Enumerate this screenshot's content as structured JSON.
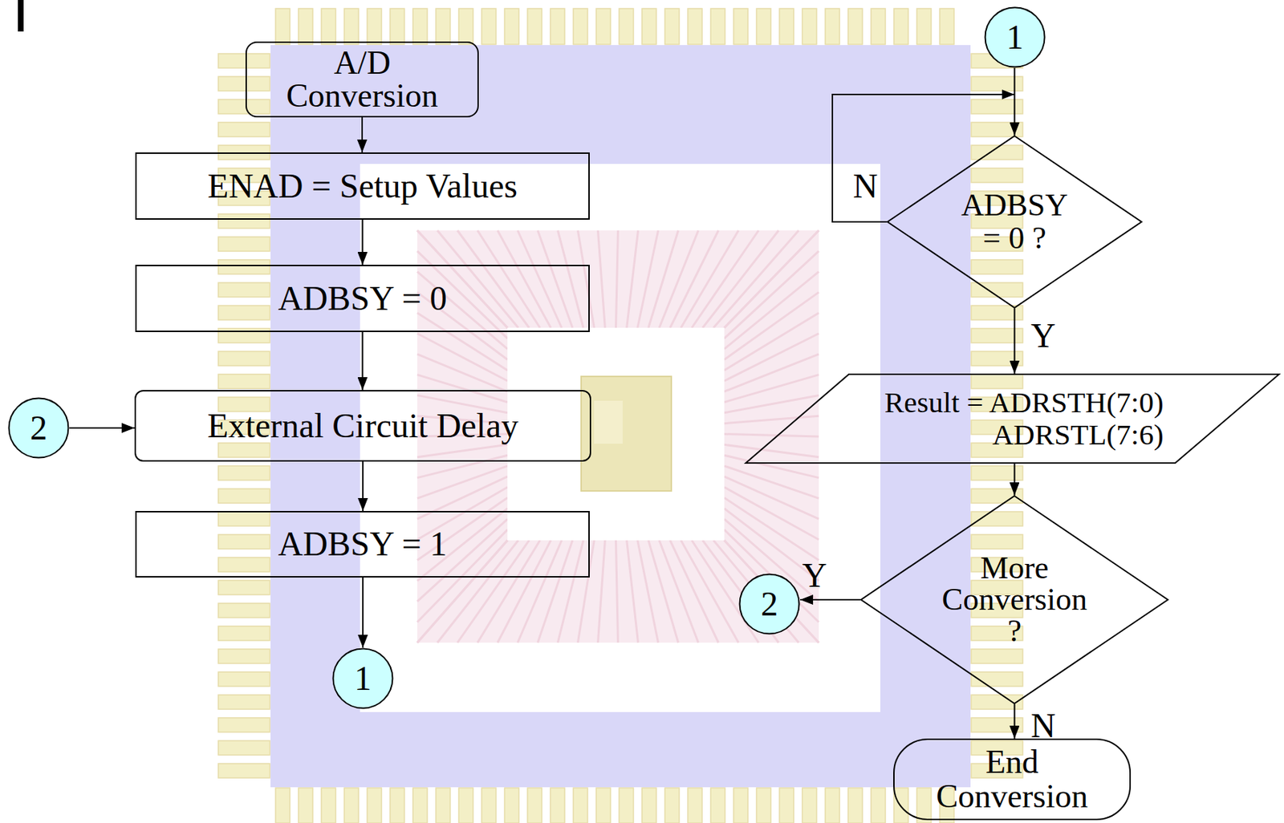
{
  "diagram": {
    "nodes": [
      {
        "text": [
          "A/D Conversion"
        ]
      },
      {
        "text": [
          "ENAD = Setup Values"
        ]
      },
      {
        "text": [
          "ADBSY = 0"
        ]
      },
      {
        "text": [
          "2"
        ]
      },
      {
        "text": [
          "External Circuit Delay"
        ]
      },
      {
        "text": [
          "ADBSY = 1"
        ]
      },
      {
        "text": [
          "1"
        ]
      },
      {
        "text": [
          "1"
        ]
      },
      {
        "text": [
          "ADBSY = 0 ?"
        ]
      },
      {
        "text": [
          "Result = ADRSTH(7:0) ADRSTL(7:6)"
        ]
      },
      {
        "text": [
          "More Conversion ?"
        ]
      },
      {
        "text": [
          "2"
        ]
      },
      {
        "text": [
          "End Conversion"
        ]
      }
    ],
    "edges": [
      {
        "from": 0,
        "to": 1,
        "arrow": "to"
      },
      {
        "from": 1,
        "to": 2,
        "arrow": "to"
      },
      {
        "from": 3,
        "to": 4,
        "arrow": "to"
      },
      {
        "from": 2,
        "to": 4,
        "arrow": "to"
      },
      {
        "from": 4,
        "to": 5,
        "arrow": "to"
      },
      {
        "from": 5,
        "to": 6,
        "arrow": "to"
      },
      {
        "from": 7,
        "to": 8,
        "arrow": "to"
      },
      {
        "from": 8,
        "to": 8,
        "label": "N",
        "arrow": "to"
      },
      {
        "from": 8,
        "to": 9,
        "label": "Y",
        "arrow": "to"
      },
      {
        "from": 9,
        "to": 10,
        "arrow": "to"
      },
      {
        "from": 10,
        "to": 11,
        "label": "Y",
        "arrow": "to"
      },
      {
        "from": 10,
        "to": 12,
        "label": "N",
        "arrow": "to"
      }
    ]
  }
}
